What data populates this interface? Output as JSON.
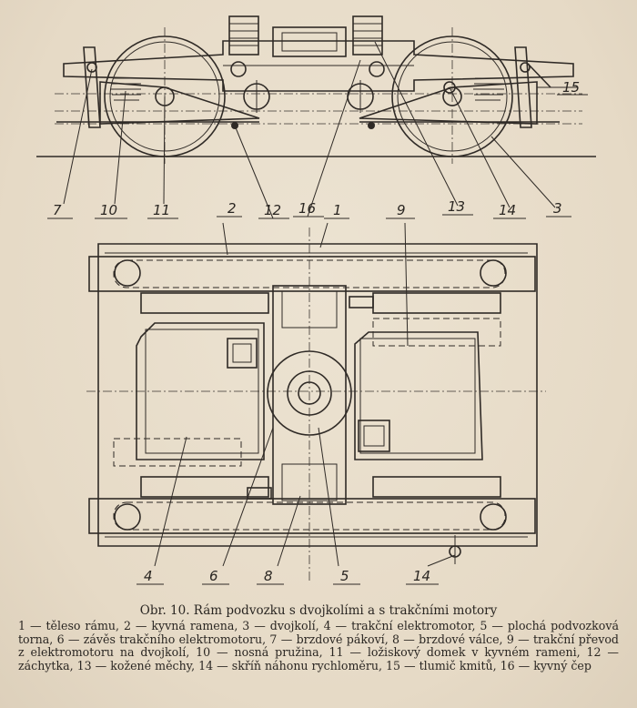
{
  "labels": {
    "top": [
      "7",
      "10",
      "11",
      "12",
      "16",
      "2",
      "1",
      "9",
      "13",
      "14",
      "3"
    ],
    "top_right": "15",
    "bottom": [
      "4",
      "6",
      "8",
      "5",
      "14"
    ]
  },
  "caption": {
    "title": "Obr. 10. Rám podvozku s dvojkolími a s trakčními motory",
    "legend": "1 — těleso rámu, 2 — kyvná ramena, 3 — dvojkolí, 4 — trakční elektromotor, 5 — plochá podvozková torna, 6 — závěs trakčního elektromotoru, 7 — brzdové pákoví, 8 — brzdové válce, 9 — trakční převod z elektromotoru na dvojkolí, 10 — nosná pružina, 11 — ložiskový domek v kyvném rameni, 12 — záchytka, 13 — kožené měchy, 14 — skříň náhonu rychloměru, 15 — tlumič kmitů, 16 — kyvný čep"
  }
}
